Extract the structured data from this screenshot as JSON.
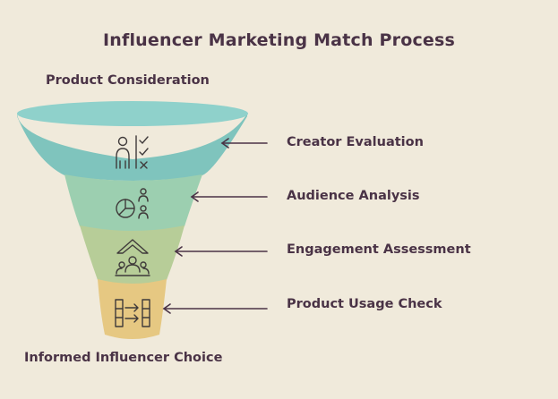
{
  "title": "Influencer Marketing Match Process",
  "top_label": "Product Consideration",
  "bottom_label": "Informed Influencer Choice",
  "stages": [
    {
      "label": "Creator Evaluation",
      "icon": "person-checklist-icon",
      "color": "#7fc4bd"
    },
    {
      "label": "Audience Analysis",
      "icon": "pie-chart-people-icon",
      "color": "#9ccfb0"
    },
    {
      "label": "Engagement Assessment",
      "icon": "growth-group-icon",
      "color": "#b7cd98"
    },
    {
      "label": "Product Usage Check",
      "icon": "product-flow-icon",
      "color": "#e6c882"
    }
  ],
  "colors": {
    "background": "#f0eadb",
    "text": "#4a3346",
    "rim": "#8fd1cb",
    "icon_stroke": "#3f3a3a",
    "arrow": "#4a3346"
  }
}
